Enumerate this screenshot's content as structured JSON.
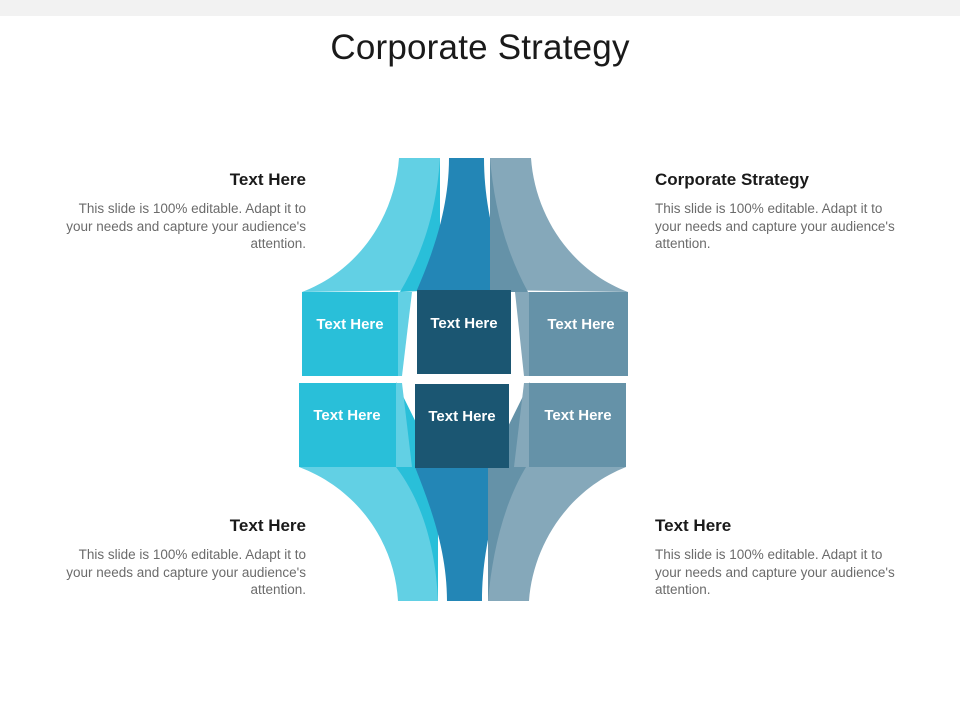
{
  "title": "Corporate Strategy",
  "blocks": {
    "top_left": {
      "heading": "Text Here",
      "body": "This slide is 100% editable. Adapt it to your needs and capture your audience's attention."
    },
    "top_right": {
      "heading": "Corporate Strategy",
      "body": "This slide is 100% editable. Adapt it to your needs and capture your audience's attention."
    },
    "bottom_left": {
      "heading": "Text Here",
      "body": "This slide is 100% editable. Adapt it to your needs and capture your audience's attention."
    },
    "bottom_right": {
      "heading": "Text Here",
      "body": "This slide is 100% editable. Adapt it to your needs and capture your audience's attention."
    }
  },
  "tiles": {
    "top_left": "Text Here",
    "top_center": "Text Here",
    "top_right": "Text Here",
    "bottom_left": "Text Here",
    "bottom_center": "Text Here",
    "bottom_right": "Text Here"
  },
  "colors": {
    "cyan_light": "#62d0e4",
    "cyan": "#29bfd9",
    "blue_mid": "#2386b6",
    "navy": "#1b5672",
    "slate_light": "#85a8ba",
    "slate": "#6592a8"
  }
}
